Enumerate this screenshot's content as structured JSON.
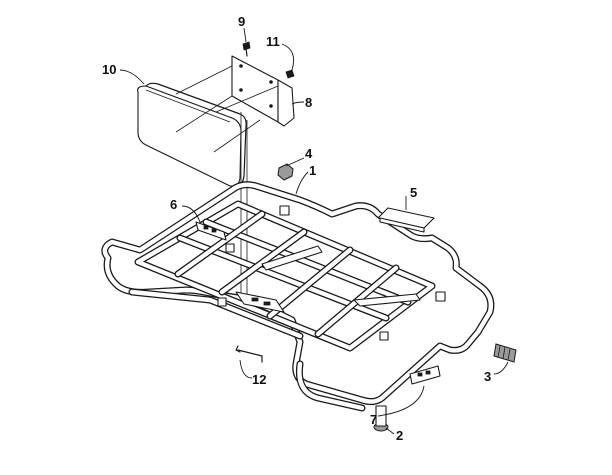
{
  "diagram": {
    "callouts": [
      {
        "id": "9",
        "label": "9"
      },
      {
        "id": "11",
        "label": "11"
      },
      {
        "id": "10",
        "label": "10"
      },
      {
        "id": "8",
        "label": "8"
      },
      {
        "id": "4",
        "label": "4"
      },
      {
        "id": "1",
        "label": "1"
      },
      {
        "id": "5",
        "label": "5"
      },
      {
        "id": "6",
        "label": "6"
      },
      {
        "id": "12",
        "label": "12"
      },
      {
        "id": "3",
        "label": "3"
      },
      {
        "id": "7",
        "label": "7"
      },
      {
        "id": "2",
        "label": "2"
      }
    ]
  }
}
